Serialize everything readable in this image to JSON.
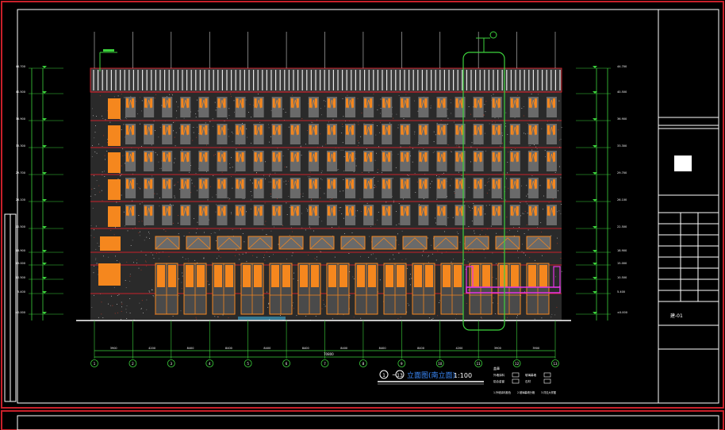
{
  "drawing": {
    "title_left_axis": "1",
    "title_right_axis": "13",
    "title_dash": "~",
    "title_text": "立面图",
    "title_paren": "(南立面)",
    "scale": "1:100",
    "stamp": "盖章",
    "sheet_code": "建-01",
    "dim_total": "70800"
  },
  "axes": {
    "bottom_labels": [
      "1",
      "2",
      "3",
      "4",
      "5",
      "6",
      "7",
      "8",
      "9",
      "10",
      "11",
      "12",
      "13"
    ],
    "bay_dims": [
      "3900",
      "4200",
      "8400",
      "8400",
      "8400",
      "8400",
      "8400",
      "8400",
      "8400",
      "4200",
      "3900",
      "3900"
    ]
  },
  "elevations": {
    "left": [
      "44.700",
      "40.500",
      "36.900",
      "33.300",
      "29.700",
      "26.100",
      "22.500",
      "18.900",
      "15.000",
      "10.500",
      "5.400",
      "±0.000"
    ],
    "right": [
      "44.700",
      "40.500",
      "36.900",
      "33.300",
      "29.700",
      "26.100",
      "22.500",
      "18.900",
      "15.000",
      "10.500",
      "5.400",
      "±0.000"
    ]
  },
  "legend": {
    "items": [
      "外墙涂料",
      "铝合金窗",
      "玻璃幕墙",
      "石材"
    ],
    "notes": [
      "1.外墙涂料颜色",
      "2.玻璃幕墙分格",
      "3.详见大样图"
    ]
  },
  "colors": {
    "frame": "#c8202a",
    "line": "#ffffff",
    "dim": "#3cd23c",
    "accent": "#f5871e",
    "magenta": "#e634e6",
    "panel": "#6a6a6a"
  }
}
